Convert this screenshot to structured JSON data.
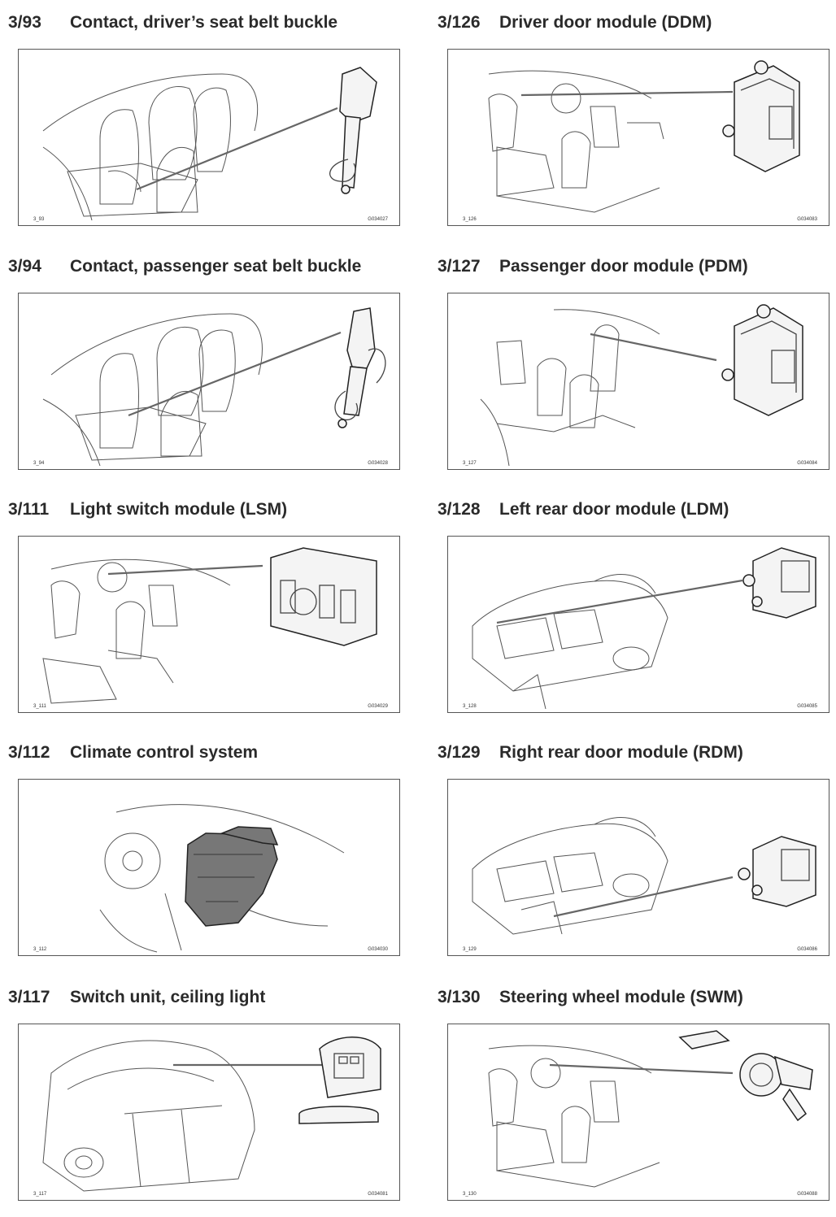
{
  "entries": [
    {
      "code": "3/93",
      "title": "Contact, driver’s seat belt buckle",
      "fig_code": "3_93",
      "fig_ref": "G034027",
      "icon": "seat-belt-buckle-icon"
    },
    {
      "code": "3/126",
      "title": "Driver door module (DDM)",
      "fig_code": "3_126",
      "fig_ref": "G034083",
      "icon": "control-module-icon"
    },
    {
      "code": "3/94",
      "title": "Contact, passenger seat belt buckle",
      "fig_code": "3_94",
      "fig_ref": "G034028",
      "icon": "seat-belt-buckle-icon"
    },
    {
      "code": "3/127",
      "title": "Passenger door module (PDM)",
      "fig_code": "3_127",
      "fig_ref": "G034084",
      "icon": "control-module-icon"
    },
    {
      "code": "3/111",
      "title": "Light switch module (LSM)",
      "fig_code": "3_111",
      "fig_ref": "G034029",
      "icon": "light-switch-icon"
    },
    {
      "code": "3/128",
      "title": "Left rear door module (LDM)",
      "fig_code": "3_128",
      "fig_ref": "G034085",
      "icon": "control-module-icon"
    },
    {
      "code": "3/112",
      "title": "Climate control system",
      "fig_code": "3_112",
      "fig_ref": "G034030",
      "icon": "climate-unit-icon"
    },
    {
      "code": "3/129",
      "title": "Right rear door module (RDM)",
      "fig_code": "3_129",
      "fig_ref": "G034086",
      "icon": "control-module-icon"
    },
    {
      "code": "3/117",
      "title": "Switch unit, ceiling light",
      "fig_code": "3_117",
      "fig_ref": "G034081",
      "icon": "ceiling-switch-icon"
    },
    {
      "code": "3/130",
      "title": "Steering wheel module (SWM)",
      "fig_code": "3_130",
      "fig_ref": "G034088",
      "icon": "steering-module-icon"
    }
  ]
}
